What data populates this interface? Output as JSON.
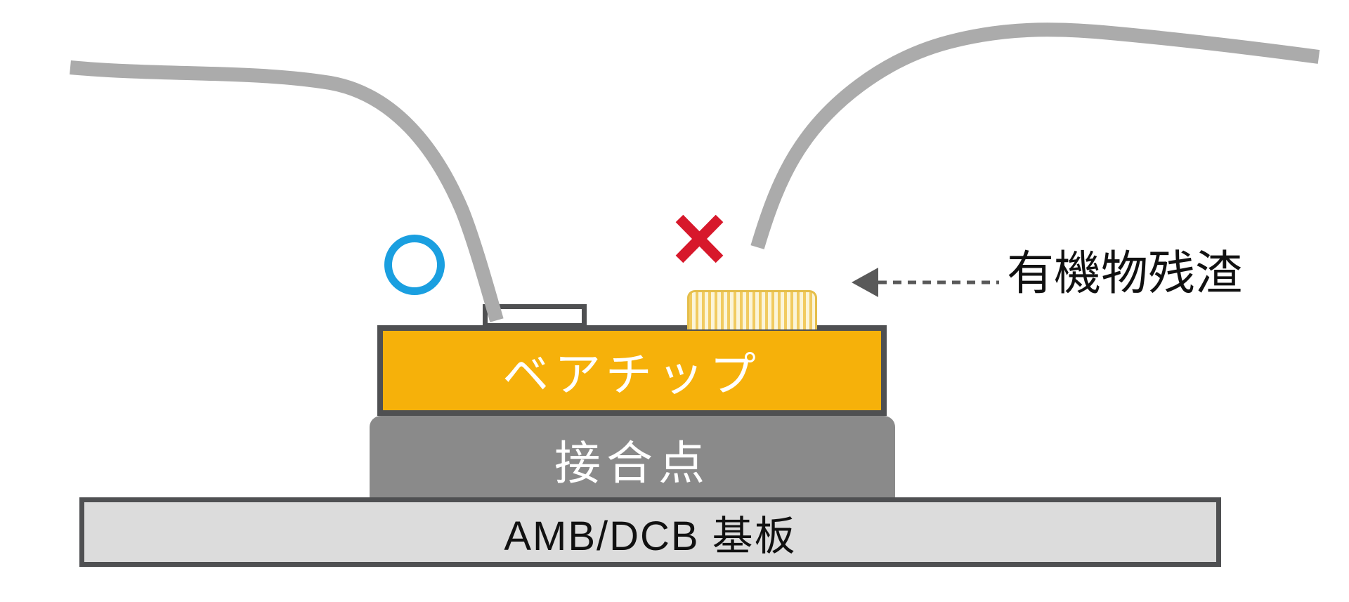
{
  "diagram": {
    "chip_label": "ベアチップ",
    "joint_label": "接合点",
    "substrate_label": "AMB/DCB 基板",
    "residue_label": "有機物残渣"
  },
  "icons": {
    "good_mark": "blue-circle-ok-mark",
    "bad_mark": "red-cross-ng-mark",
    "pointer": "left-solid-arrowhead-with-dashed-line",
    "wires": "gray-bond-wires"
  },
  "colors": {
    "wire": "#ABABAB",
    "good_mark": "#1A9FE0",
    "bad_mark": "#D7182B",
    "arrow": "#595959",
    "chip_fill": "#F6B10A",
    "chip_border": "#4F5052",
    "chip_text": "#FFFFFF",
    "joint_fill": "#8A8A8A",
    "joint_text": "#FFFFFF",
    "substrate_fill": "#DCDCDC",
    "substrate_border": "#4F5052",
    "substrate_text": "#111111",
    "bond_pad_fill": "#FFFFFF",
    "bond_pad_border": "#4F5052",
    "residue_stripe_gold": "#F1CB60",
    "residue_stripe_cream": "#FBF5D9",
    "residue_border": "#E5BE4A",
    "label_text": "#111111",
    "background": "#FFFFFF"
  }
}
